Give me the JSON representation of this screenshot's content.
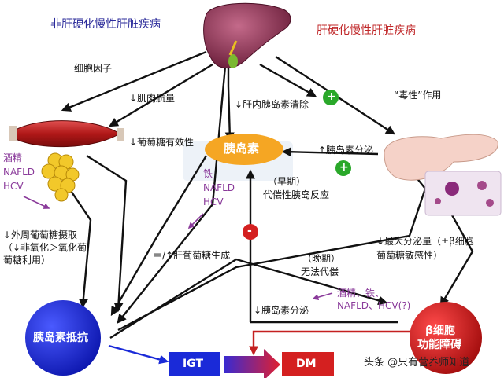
{
  "header": {
    "left_title": "非肝硬化慢性肝脏疾病",
    "right_title": "肝硬化慢性肝脏疾病"
  },
  "labels": {
    "cytokines": "细胞因子",
    "muscle_mass": "↓肌肉质量",
    "hepatic_clearance": "↓肝内胰岛素清除",
    "toxic_effect": "“毒性”作用",
    "glucose_effectiveness": "↓葡萄糖有效性",
    "insulin": "胰岛素",
    "insulin_secretion_up": "↑胰岛素分泌",
    "early": "（早期）",
    "compensatory": "代偿性胰岛反应",
    "peripheral_uptake_1": "↓外周葡萄糖摄取",
    "peripheral_uptake_2": "（↓非氧化＞氧化葡",
    "peripheral_uptake_3": "萄糖利用）",
    "hepatic_glucose": "＝/↑肝葡萄糖生成",
    "max_secretion_1": "↓最大分泌量（±β细胞",
    "max_secretion_2": "葡萄糖敏感性）",
    "late": "（晚期）",
    "no_compensation": "无法代偿",
    "insulin_secretion_down": "↓胰岛素分泌",
    "insulin_resistance": "胰岛素抵抗",
    "igt": "IGT",
    "dm": "DM",
    "beta_cell_1": "β细胞",
    "beta_cell_2": "功能障碍",
    "plus": "+",
    "minus": "-"
  },
  "factors": {
    "left_1": "酒精",
    "left_2": "NAFLD",
    "left_3": "HCV",
    "mid_1": "铁",
    "mid_2": "NAFLD",
    "mid_3": "HCV",
    "right_1": "酒精、铁、",
    "right_2": "NAFLD、HCV(?)"
  },
  "watermark": "头条 @只有营养师知道",
  "colors": {
    "blue_title": "#2a2a9a",
    "red_title": "#c0282a",
    "purple_factor": "#8a3a9a",
    "insulin_oval": "#f5a623",
    "insulin_resistance_circle": "#1a2ad8",
    "beta_cell_circle": "#cc1818",
    "igt_box": "#1a2ad8",
    "dm_box": "#d42020",
    "plus_badge": "#2aa82a",
    "minus_badge": "#d42020"
  }
}
